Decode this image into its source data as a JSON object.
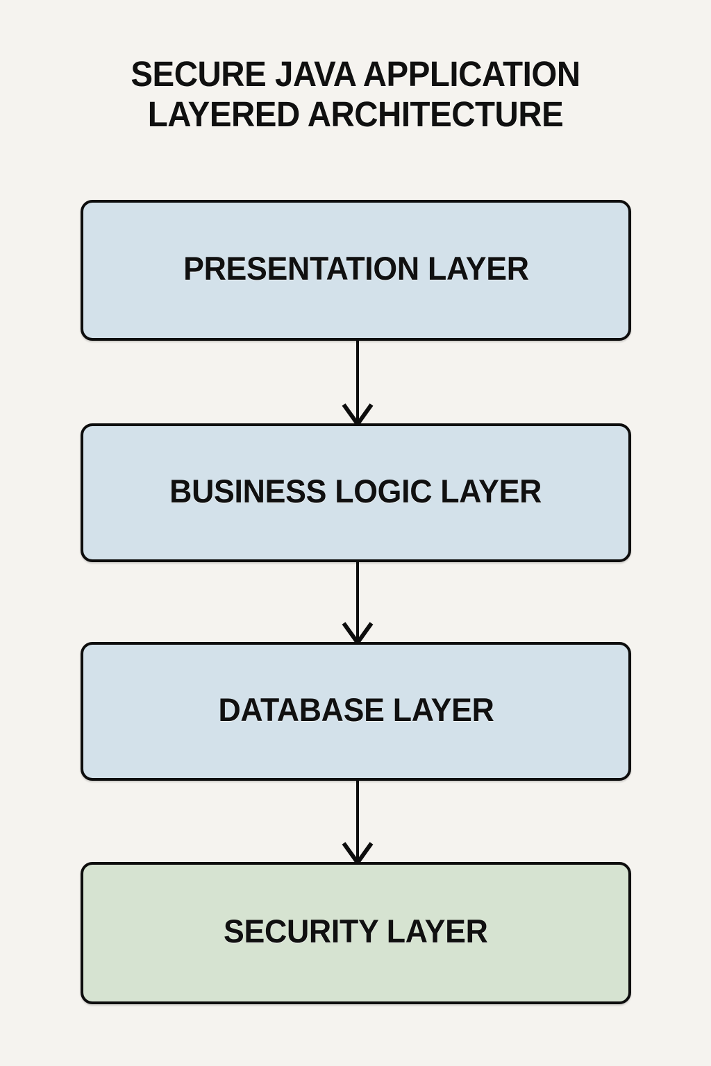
{
  "page": {
    "background_color": "#f5f3ef",
    "text_color": "#101010"
  },
  "title": {
    "line1": "SECURE JAVA APPLICATION",
    "line2": "LAYERED ARCHITECTURE",
    "full": "SECURE JAVA APPLICATION LAYERED ARCHITECTURE"
  },
  "colors": {
    "box_blue": "#d3e1ea",
    "box_green": "#d6e3d1",
    "border": "#0d0d0d",
    "arrow": "#0d0d0d",
    "background": "#f5f3ef"
  },
  "diagram": {
    "type": "flowchart-vertical",
    "orientation": "top-to-bottom",
    "node_count": 4,
    "edge_count": 3,
    "nodes": [
      {
        "id": "presentation",
        "label": "PRESENTATION LAYER",
        "fill": "#d3e1ea",
        "order": 1
      },
      {
        "id": "business",
        "label": "BUSINESS LOGIC LAYER",
        "fill": "#d3e1ea",
        "order": 2
      },
      {
        "id": "database",
        "label": "DATABASE LAYER",
        "fill": "#d3e1ea",
        "order": 3
      },
      {
        "id": "security",
        "label": "SECURITY LAYER",
        "fill": "#d6e3d1",
        "order": 4
      }
    ],
    "edges": [
      {
        "id": "edge-1",
        "from": "presentation",
        "to": "business",
        "style": "solid-arrow-down"
      },
      {
        "id": "edge-2",
        "from": "business",
        "to": "database",
        "style": "solid-arrow-down"
      },
      {
        "id": "edge-3",
        "from": "database",
        "to": "security",
        "style": "solid-arrow-down"
      }
    ]
  }
}
